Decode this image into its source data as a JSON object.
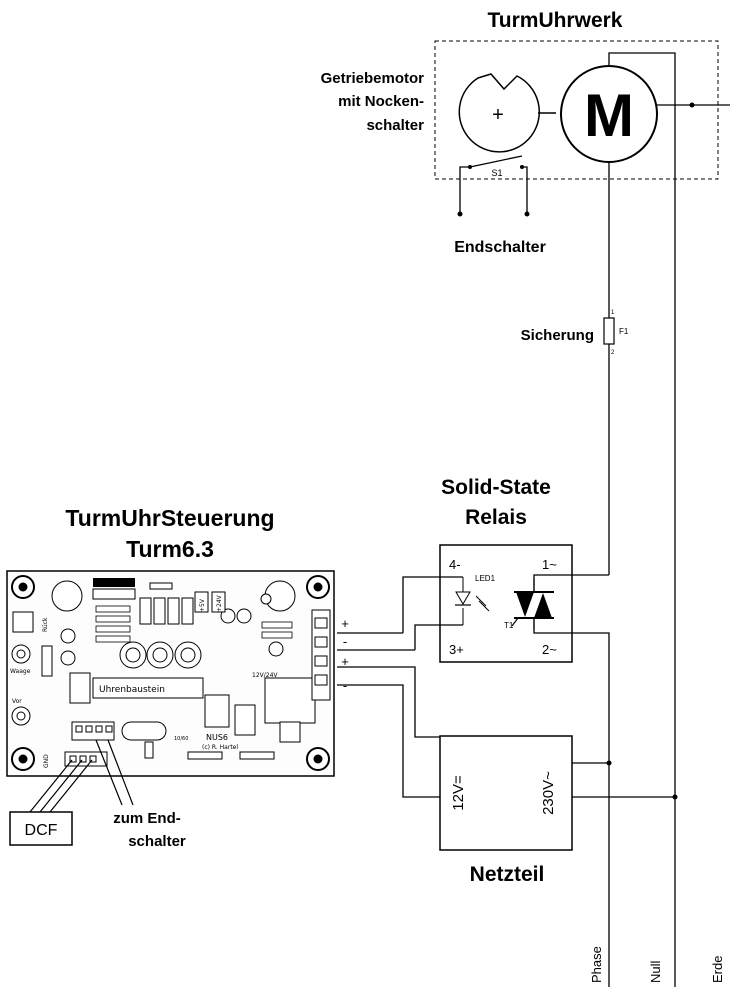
{
  "turmuhrwerk": {
    "title": "TurmUhrwerk",
    "motor_label": "Getriebemotor",
    "motor_label2": "mit Nocken-",
    "motor_label3": "schalter",
    "motor_symbol": "M",
    "cam_symbol": "+",
    "switch_label": "S1"
  },
  "endschalter": {
    "label": "Endschalter"
  },
  "fuse": {
    "label": "Sicherung",
    "ref": "F1",
    "pin1": "1",
    "pin2": "2"
  },
  "relay": {
    "title": "Solid-State",
    "title2": "Relais",
    "pin_4": "4-",
    "pin_3": "3+",
    "pin_1": "1~",
    "pin_2": "2~",
    "led_ref": "LED1",
    "triac_ref": "T1"
  },
  "controller": {
    "title": "TurmUhrSteuerung",
    "subtitle": "Turm6.3",
    "plus1": "+",
    "minus1": "-",
    "plus2": "+",
    "minus2": "-",
    "pcb_chip": "Uhrenbaustein",
    "pcb_copyright": "(c) R. Hartel",
    "pcb_nus": "NUS6",
    "pcb_volt": "12V/24V",
    "pcb_rueck": "Rück",
    "pcb_waage": "Waage",
    "pcb_vor": "Vor",
    "pcb_gnd": "GND",
    "pcb_5v": "+5V",
    "pcb_24v": "+24V",
    "pcb_1060": "10/60"
  },
  "dcf": {
    "label": "DCF"
  },
  "zum_endschalter": {
    "line1": "zum End-",
    "line2": "schalter"
  },
  "netzteil": {
    "title": "Netzteil",
    "dc_label": "12V=",
    "ac_label": "230V~"
  },
  "mains": {
    "phase": "Phase",
    "null": "Null",
    "erde": "Erde"
  }
}
